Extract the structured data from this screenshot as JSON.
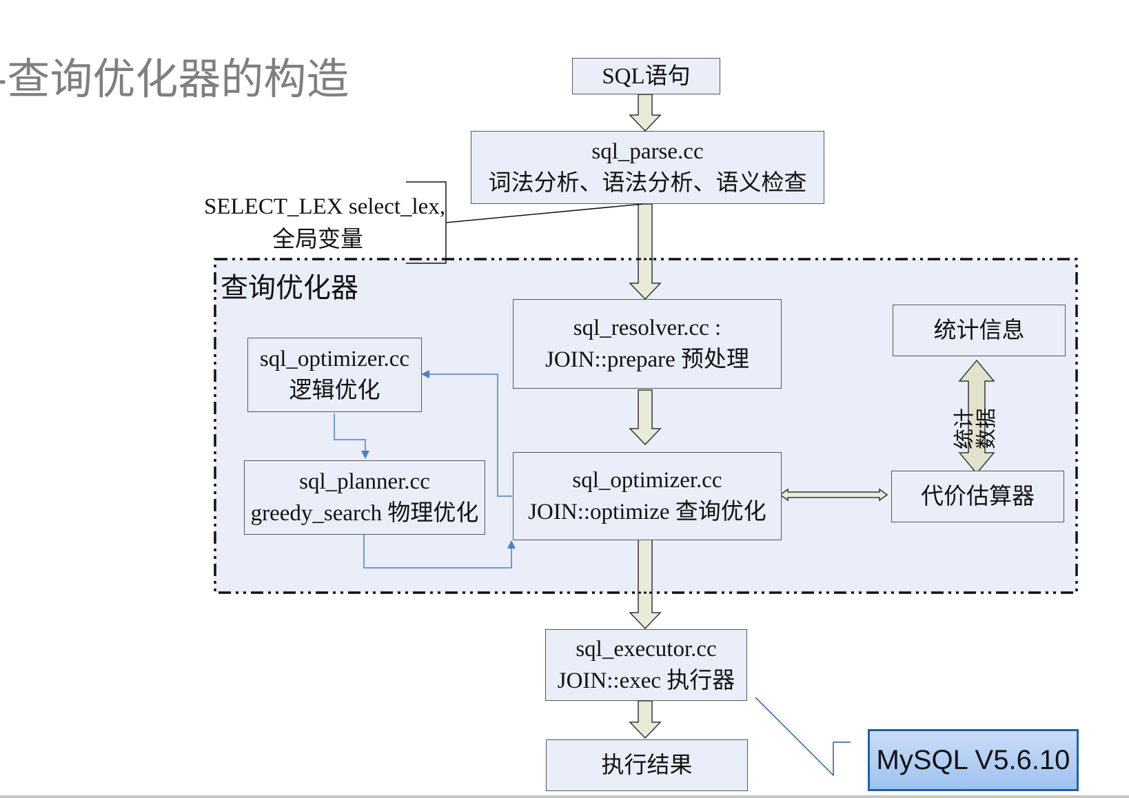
{
  "slide": {
    "title": "-查询优化器的构造"
  },
  "diagram": {
    "sql_statement": "SQL语句",
    "parse": {
      "line1": "sql_parse.cc",
      "line2": "词法分析、语法分析、语义检查"
    },
    "callout": {
      "line1": "SELECT_LEX select_lex,",
      "line2": "全局变量"
    },
    "optimizer_region": {
      "label": "查询优化器"
    },
    "resolver": {
      "line1": "sql_resolver.cc :",
      "line2": "JOIN::prepare 预处理"
    },
    "logical_opt": {
      "line1": "sql_optimizer.cc",
      "line2": "逻辑优化"
    },
    "planner": {
      "line1": "sql_planner.cc",
      "line2": "greedy_search 物理优化"
    },
    "optimize": {
      "line1": "sql_optimizer.cc",
      "line2": "JOIN::optimize  查询优化"
    },
    "statistics": "统计信息",
    "stat_data": {
      "line1": "统计",
      "line2": "数据"
    },
    "cost_estimator": "代价估算器",
    "executor": {
      "line1": "sql_executor.cc",
      "line2": "JOIN::exec 执行器"
    },
    "result": "执行结果"
  },
  "version_badge": "MySQL V5.6.10",
  "colors": {
    "box_fill": "#e9eef8",
    "arrow_fill": "#e8ebd8",
    "blue_connector": "#4a7fc8",
    "title_gray": "#7f7f7f",
    "badge_fill": "#b4d0f4"
  }
}
